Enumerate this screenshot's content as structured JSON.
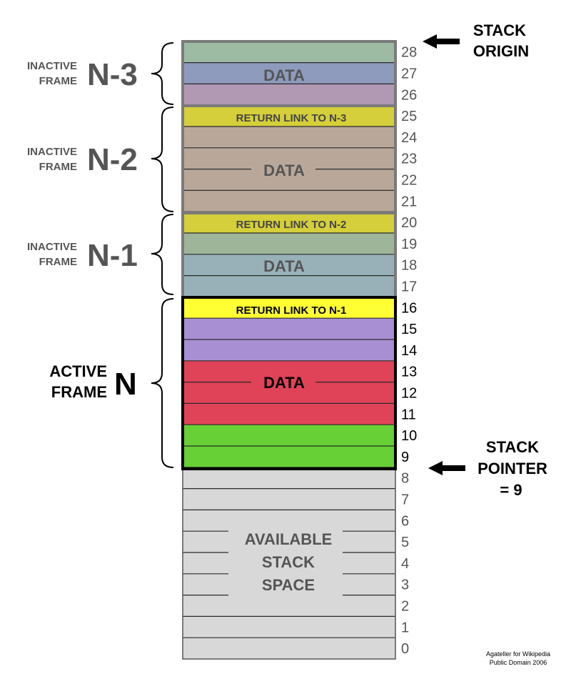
{
  "address_labels": [
    "0",
    "1",
    "2",
    "3",
    "4",
    "5",
    "6",
    "7",
    "8",
    "9",
    "10",
    "11",
    "12",
    "13",
    "14",
    "15",
    "16",
    "17",
    "18",
    "19",
    "20",
    "21",
    "22",
    "23",
    "24",
    "25",
    "26",
    "27",
    "28"
  ],
  "colors": {
    "available": "#d8d8d8",
    "inactive_text": "#555555",
    "inactive_border": "#7a7a7a",
    "active_text": "#000000",
    "arrow": "#000000",
    "return_link_inactive": "#d4cf3a",
    "return_link_active": "#ffff33",
    "n3_top": "#9dbba3",
    "n3_mid": "#8e9bbc",
    "n3_bottom": "#b198b3",
    "n2_data": "#b9a89a",
    "n1_green": "#9fb59a",
    "n1_blue": "#98b1b9",
    "active_purple": "#a88fd4",
    "active_red": "#e04357",
    "active_green": "#66d036"
  },
  "frames": {
    "n3": {
      "small_label": [
        "INACTIVE",
        "FRAME"
      ],
      "big_label": "N-3",
      "data_label": "DATA"
    },
    "n2": {
      "small_label": [
        "INACTIVE",
        "FRAME"
      ],
      "big_label": "N-2",
      "return_link": "RETURN LINK TO N-3",
      "data_label": "DATA"
    },
    "n1": {
      "small_label": [
        "INACTIVE",
        "FRAME"
      ],
      "big_label": "N-1",
      "return_link": "RETURN LINK TO N-2",
      "data_label": "DATA"
    },
    "n": {
      "small_label": [
        "ACTIVE",
        "FRAME"
      ],
      "big_label": "N",
      "return_link": "RETURN LINK TO N-1",
      "data_label": "DATA"
    }
  },
  "available_label": [
    "AVAILABLE",
    "STACK",
    "SPACE"
  ],
  "stack_origin": {
    "lines": [
      "STACK",
      "ORIGIN"
    ],
    "address": 28
  },
  "stack_pointer": {
    "lines": [
      "STACK",
      "POINTER",
      "= 9"
    ],
    "value": 9
  },
  "credit": [
    "Agateller for Wikipedia",
    "Public Domain 2006"
  ]
}
